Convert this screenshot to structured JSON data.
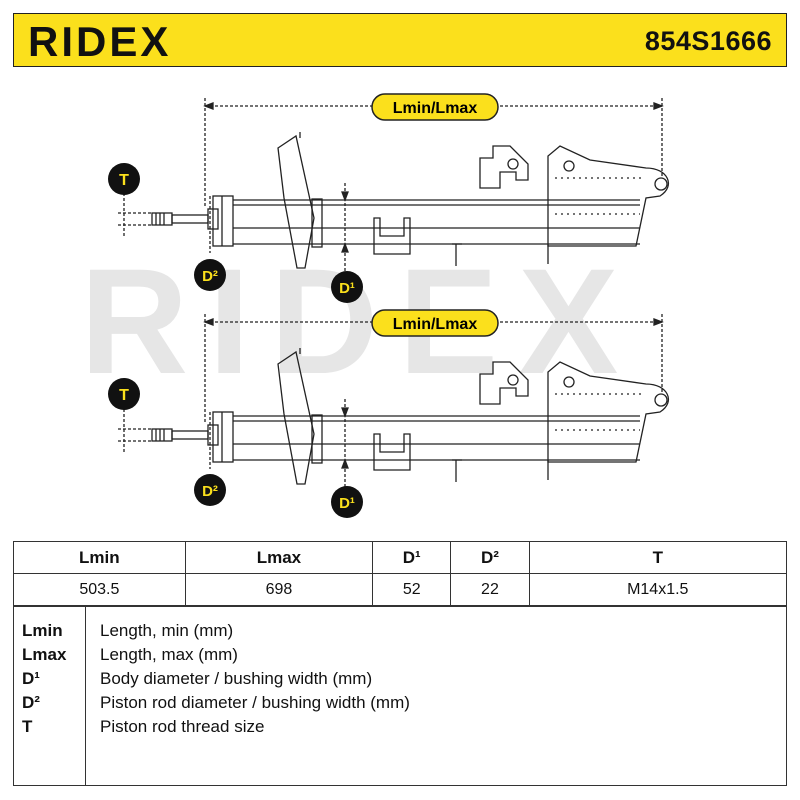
{
  "header": {
    "brand": "RIDEX",
    "part_number": "854S1666",
    "brand_color": "#fbe01c"
  },
  "watermark": "RIDEX",
  "diagram_labels": {
    "length": "Lmin/Lmax",
    "thread": "T",
    "body_diameter": "D¹",
    "rod_diameter": "D²"
  },
  "spec_table": {
    "headers": [
      "Lmin",
      "Lmax",
      "D¹",
      "D²",
      "T"
    ],
    "values": [
      "503.5",
      "698",
      "52",
      "22",
      "M14x1.5"
    ]
  },
  "legend": [
    {
      "code": "Lmin",
      "desc": "Length, min (mm)"
    },
    {
      "code": "Lmax",
      "desc": "Length, max (mm)"
    },
    {
      "code": "D¹",
      "desc": "Body diameter / bushing width (mm)"
    },
    {
      "code": "D²",
      "desc": "Piston rod diameter / bushing width (mm)"
    },
    {
      "code": "T",
      "desc": "Piston rod thread size"
    }
  ]
}
